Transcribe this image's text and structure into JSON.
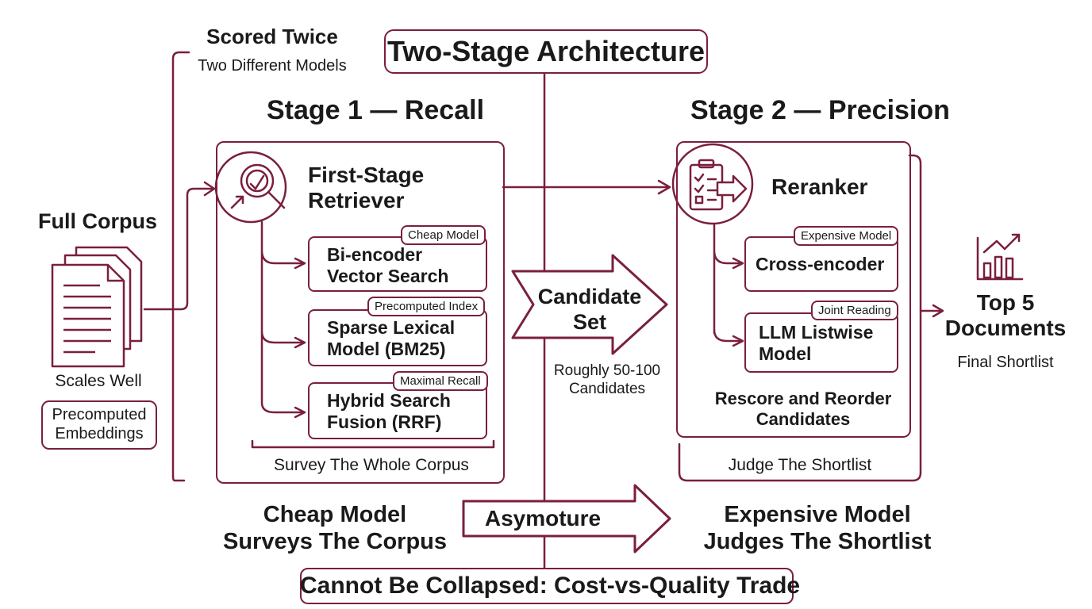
{
  "title": "Two-Stage Architecture",
  "scored_twice": {
    "title": "Scored Twice",
    "subtitle": "Two Different Models"
  },
  "corpus": {
    "label": "Full Corpus",
    "note": "Scales Well",
    "tag": "Precomputed Embeddings"
  },
  "stage1": {
    "heading": "Stage 1 — Recall",
    "component": "First-Stage Retriever",
    "methods": [
      {
        "name": "Bi-encoder Vector Search",
        "tag": "Cheap Model"
      },
      {
        "name": "Sparse Lexical Model (BM25)",
        "tag": "Precomputed Index"
      },
      {
        "name": "Hybrid Search Fusion (RRF)",
        "tag": "Maximal Recall"
      }
    ],
    "footer": "Survey The Whole Corpus",
    "summary": "Cheap Model Surveys The Corpus"
  },
  "candidate": {
    "label": "Candidate Set",
    "note": "Roughly 50-100 Candidates"
  },
  "stage2": {
    "heading": "Stage 2 — Precision",
    "component": "Reranker",
    "methods": [
      {
        "name": "Cross-encoder",
        "tag": "Expensive Model"
      },
      {
        "name": "LLM Listwise Model",
        "tag": "Joint Reading"
      }
    ],
    "note": "Rescore and Reorder Candidates",
    "footer": "Judge The Shortlist",
    "summary": "Expensive Model Judges The Shortlist"
  },
  "output": {
    "label": "Top 5 Documents",
    "note": "Final Shortlist"
  },
  "asymmetry": "Asymoture",
  "bottom": "Cannot Be Collapsed: Cost-vs-Quality Trade",
  "colors": {
    "accent": "#7a1f3d",
    "text": "#1a1a1a",
    "background": "#ffffff"
  },
  "icons": [
    "document-stack-icon",
    "magnifier-trend-icon",
    "clipboard-checklist-icon",
    "bar-chart-trend-icon"
  ]
}
